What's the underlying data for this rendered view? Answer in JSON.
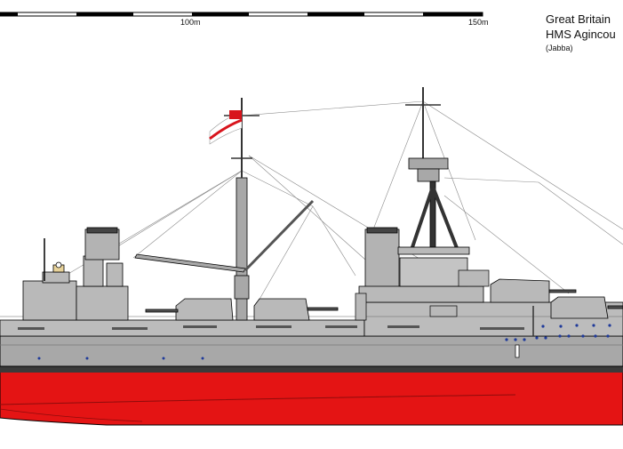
{
  "scale_bar": {
    "label_100": "100m",
    "label_150": "150m"
  },
  "caption": {
    "country": "Great Britain",
    "ship_name": "HMS Agincou",
    "author": "(Jabba)"
  },
  "ensign": {
    "name": "white-ensign-flag",
    "colors": [
      "#ffffff",
      "#d8141c"
    ]
  },
  "colors": {
    "hull_red": "#e41414",
    "hull_grey": "#a8a8a8",
    "superstructure_grey": "#b9b9b9",
    "boot_topping": "#3a3a3a",
    "porthole_blue": "#1f3a9a"
  }
}
